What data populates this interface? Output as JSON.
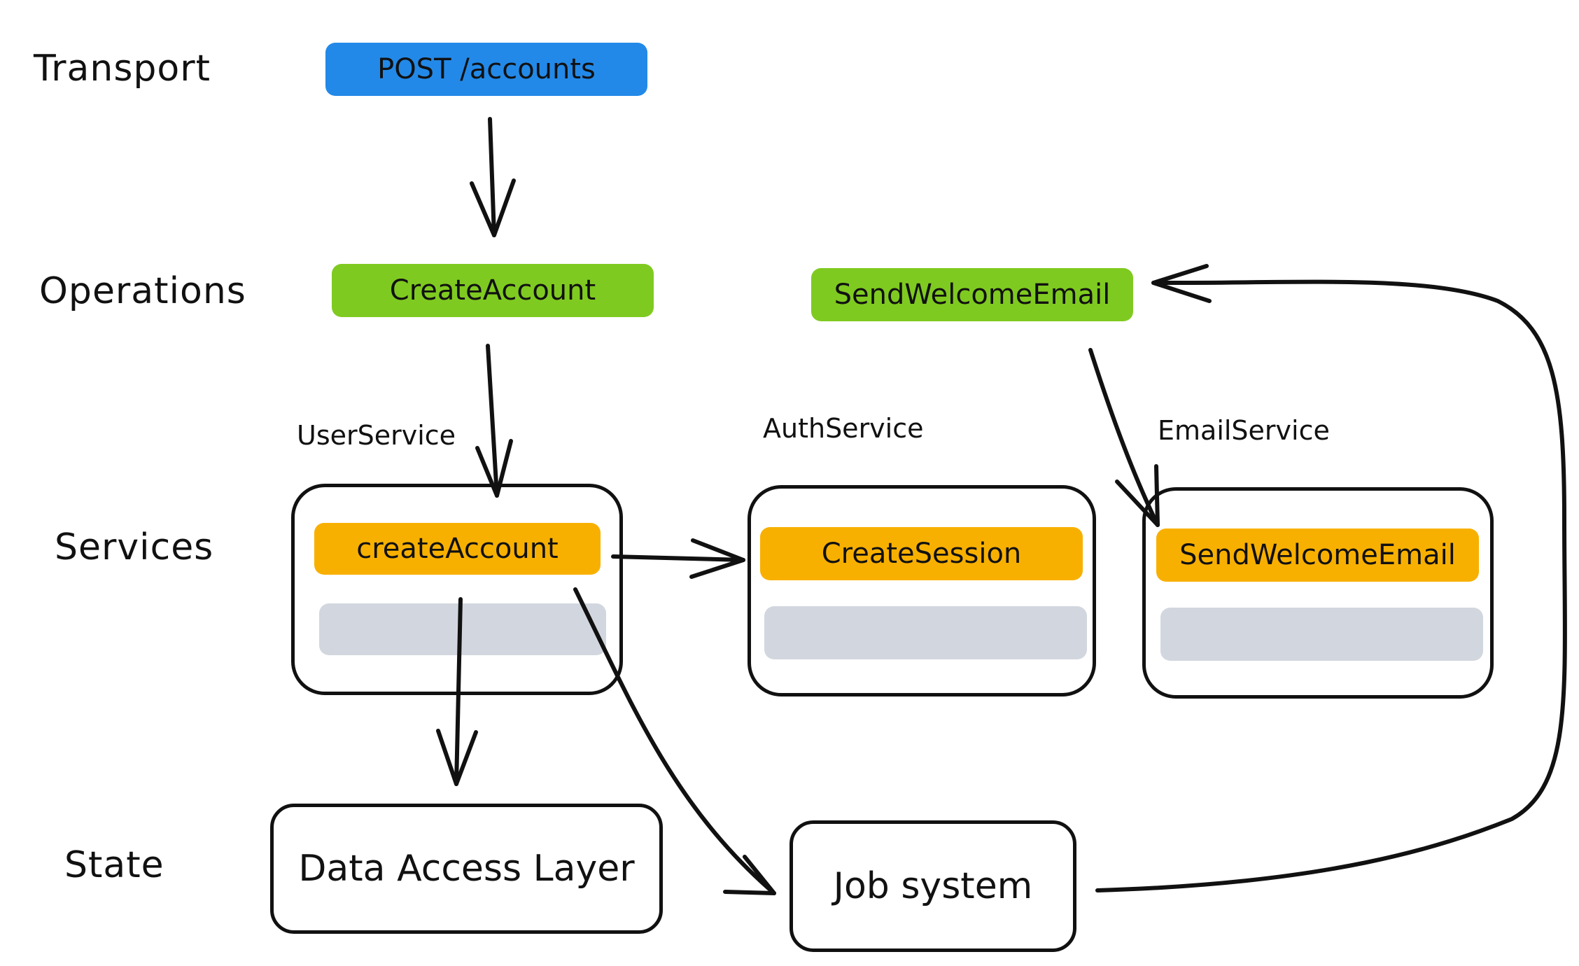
{
  "layers": {
    "transport": "Transport",
    "operations": "Operations",
    "services": "Services",
    "state": "State"
  },
  "transport": {
    "endpoint": "POST /accounts"
  },
  "operations": {
    "create_account": "CreateAccount",
    "send_welcome_email": "SendWelcomeEmail"
  },
  "services": {
    "user_service": {
      "name": "UserService",
      "method": "createAccount"
    },
    "auth_service": {
      "name": "AuthService",
      "method": "CreateSession"
    },
    "email_service": {
      "name": "EmailService",
      "method": "SendWelcomeEmail"
    }
  },
  "state": {
    "data_access_layer": "Data Access Layer",
    "job_system": "Job system"
  },
  "colors": {
    "transport": "#2389e8",
    "operation": "#7fca20",
    "service_method": "#f8b000",
    "placeholder": "#d2d7df",
    "stroke": "#111111"
  }
}
